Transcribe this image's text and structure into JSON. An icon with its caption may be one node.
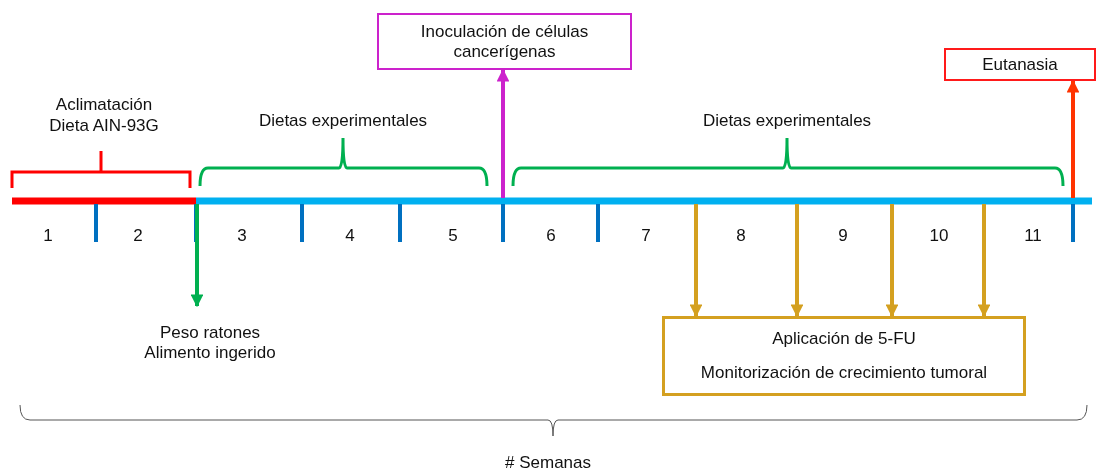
{
  "diagram": {
    "nodes": [
      {
        "text": [
          "Inoculación de células cancerígenas"
        ]
      },
      {
        "text": [
          "Eutanasia"
        ]
      },
      {
        "text": [
          "Aplicación de 5-FU",
          "Monitorización de crecimiento tumoral"
        ]
      },
      {
        "text": [
          "Peso ratones Alimento ingerido"
        ]
      }
    ],
    "edges": [
      {
        "from": null,
        "to": 3,
        "arrow": "to",
        "color": "#00b050"
      },
      {
        "from": null,
        "to": 0,
        "arrow": "to",
        "color": "#cc22cc"
      },
      {
        "from": null,
        "to": 2,
        "arrow": "to"
      },
      {
        "from": null,
        "to": 2,
        "arrow": "to"
      },
      {
        "from": null,
        "to": 2,
        "arrow": "to"
      },
      {
        "from": null,
        "to": 2,
        "arrow": "to"
      },
      {
        "from": null,
        "to": 1,
        "arrow": "to",
        "color": "#ff3300"
      }
    ],
    "labels": [
      "Aclimatación Dieta AIN-93G",
      "Dietas experimentales",
      "Dietas experimentales",
      "1",
      "2",
      "3",
      "4",
      "5",
      "6",
      "7",
      "8",
      "9",
      "10",
      "11",
      "# Semanas"
    ]
  }
}
